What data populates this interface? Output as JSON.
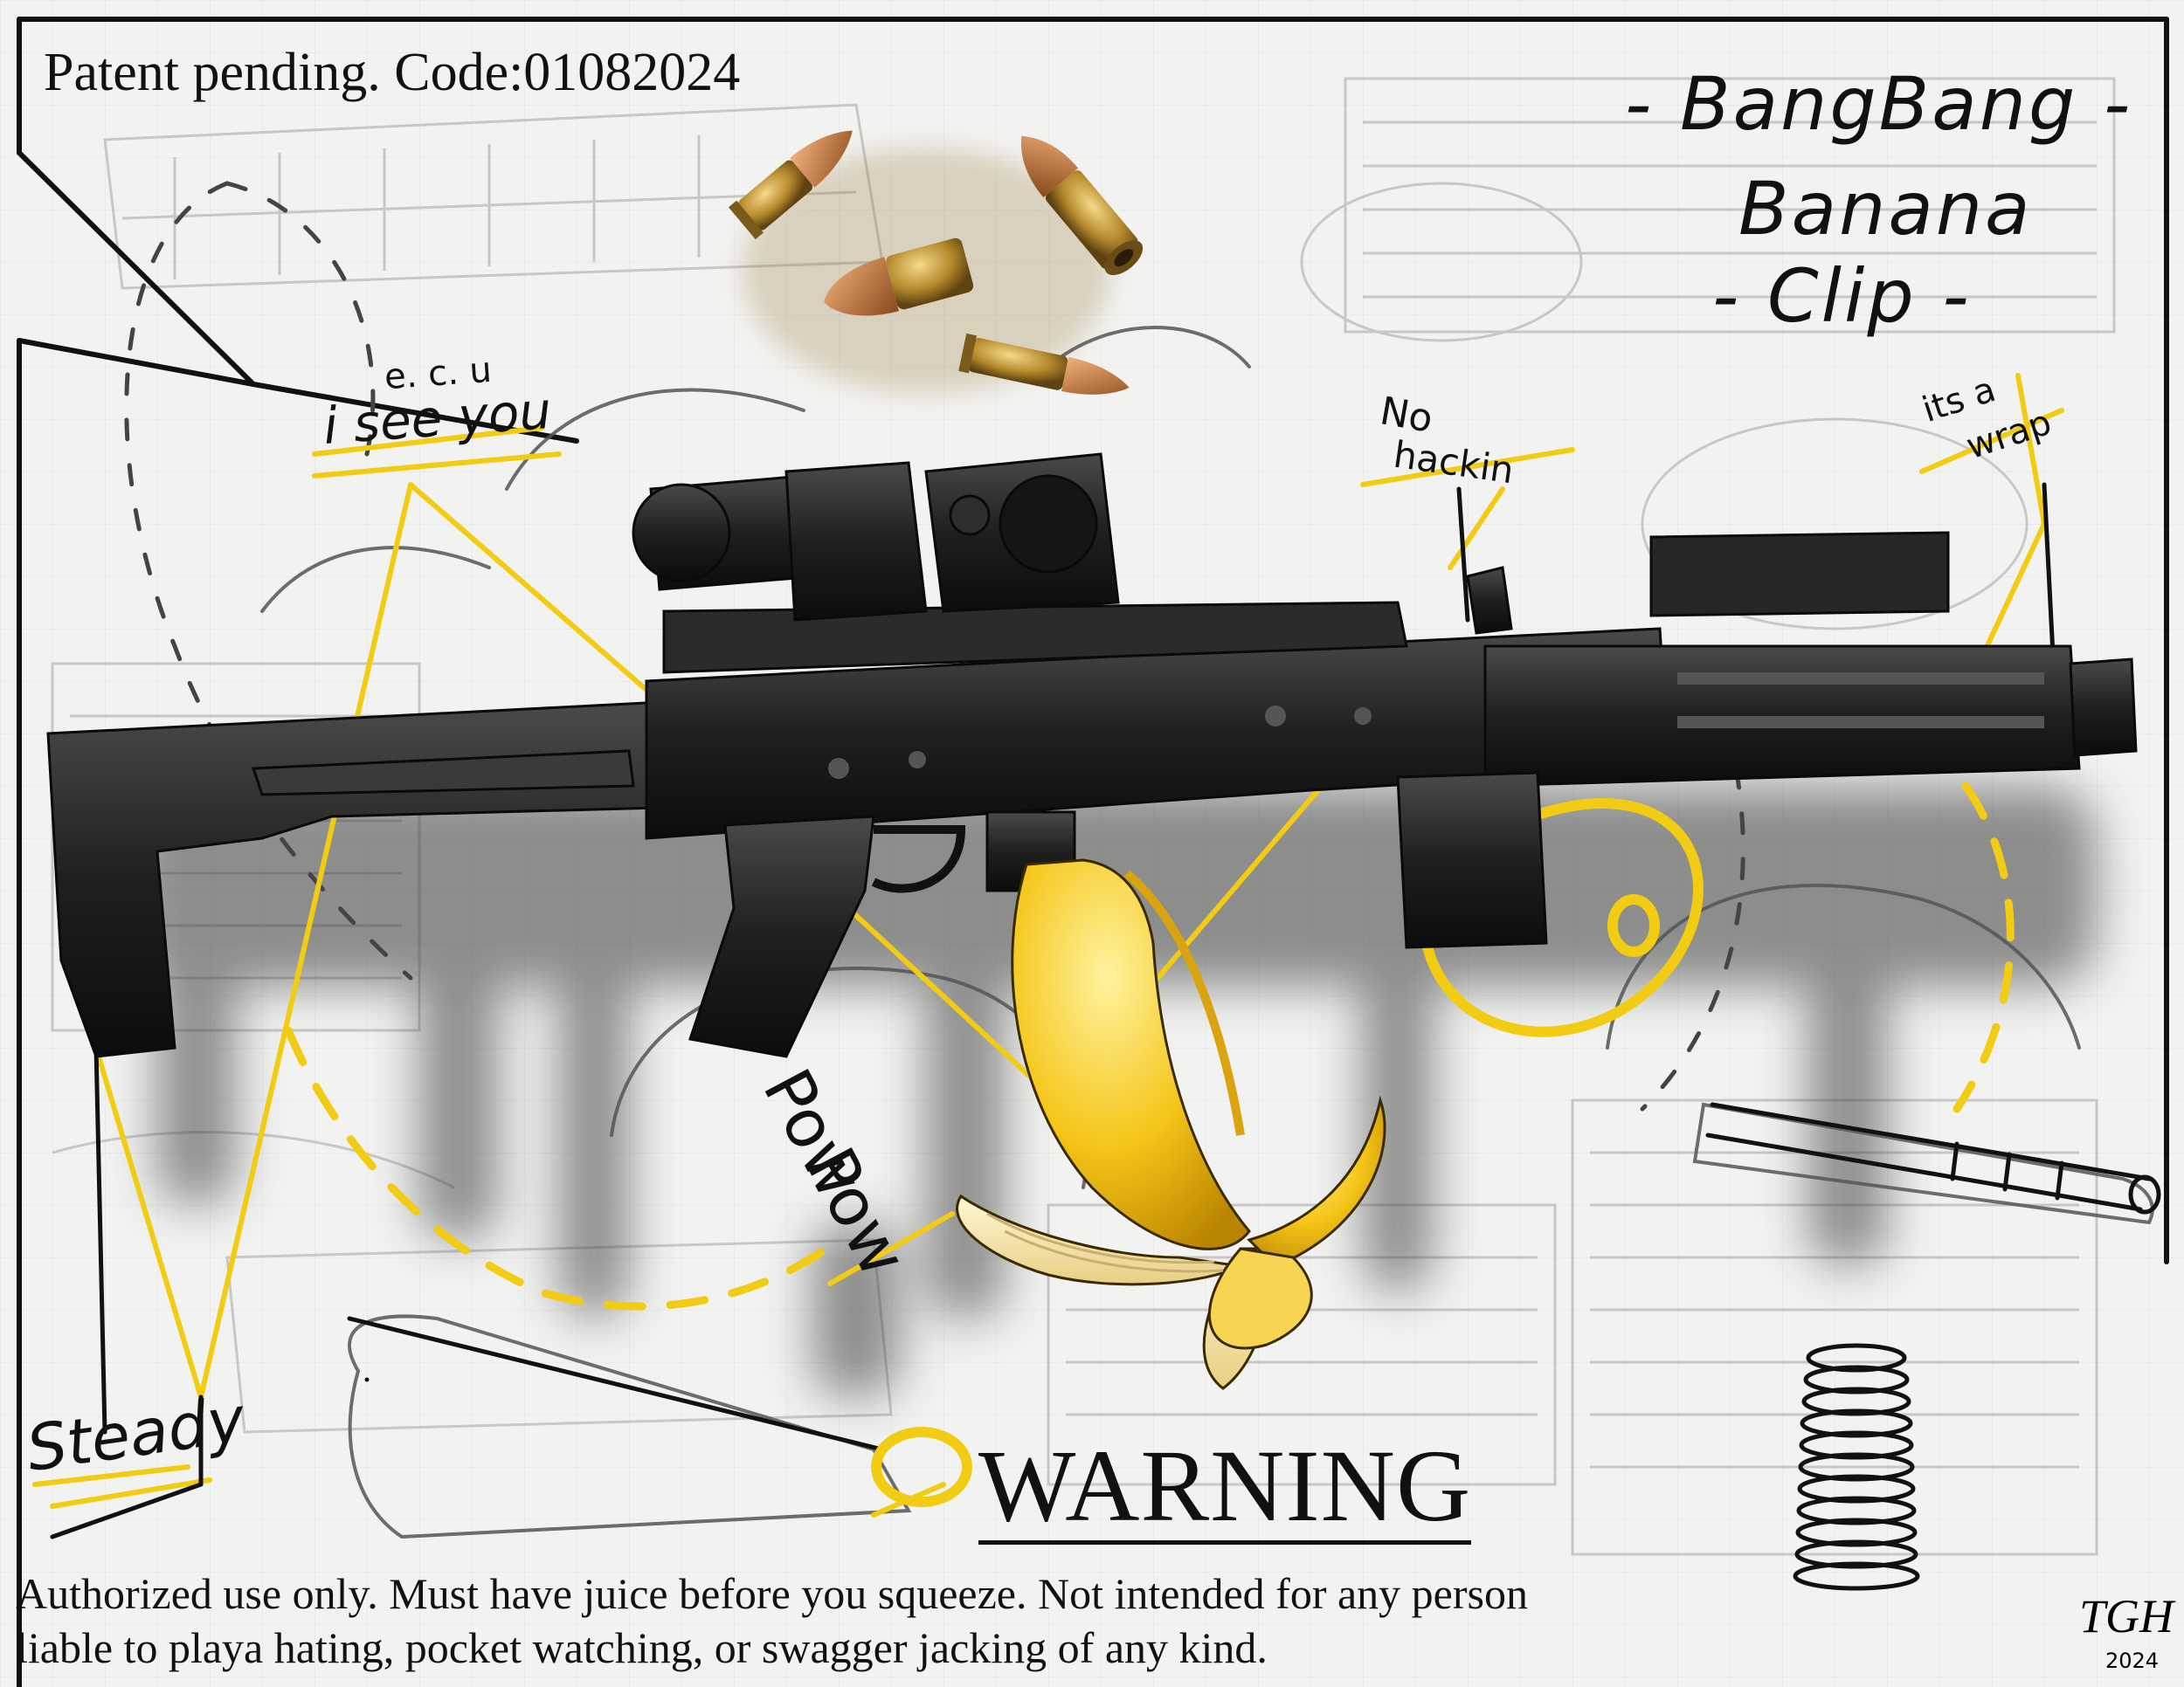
{
  "header": {
    "patent_text": "Patent pending.   Code:01082024"
  },
  "title": {
    "line1": "- BangBang -",
    "line2": "Banana",
    "line3": "- Clip -"
  },
  "labels": {
    "see_you_small": "e. c. u",
    "see_you": "i see you",
    "no": "No",
    "hacking": "hackin",
    "wrap_line1": "its a",
    "wrap_line2": "wrap",
    "pow1": "Pow",
    "pow2": "Pow",
    "steady": "Steady"
  },
  "warning": {
    "title": "WARNING",
    "line1": "Authorized use only. Must have juice before you squeeze. Not intended for any person",
    "line2": "liable to playa hating, pocket watching, or swagger jacking of any kind."
  },
  "signature": {
    "initials": "TGH",
    "year": "2024"
  },
  "colors": {
    "accent_yellow": "#f2cc12",
    "ink": "#111111",
    "paper": "#f2f2f0",
    "blueprint": "#b9b9b9",
    "brass": "#b58a2c",
    "copper": "#c9793d",
    "banana": "#f5c518",
    "gun_black": "#1f1f1f"
  },
  "icons": [
    "rifle-illustration",
    "banana-magazine-icon",
    "bullet-icon",
    "spring-icon",
    "rod-icon"
  ]
}
